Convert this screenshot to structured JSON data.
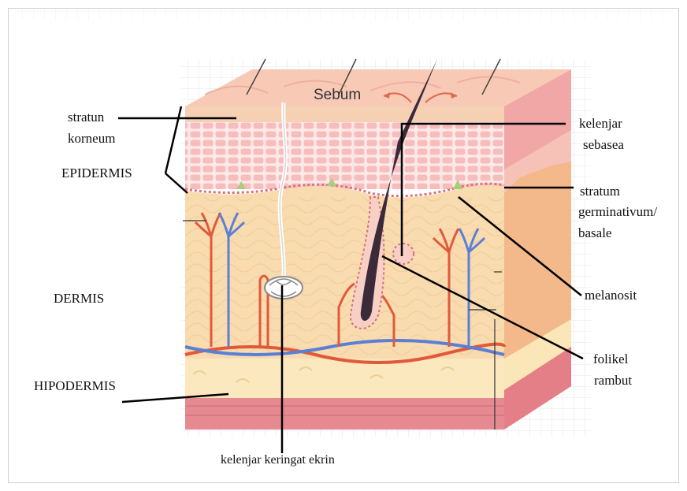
{
  "colors": {
    "epidermis_top": "#f7c7b4",
    "epidermis_cells": "#f3a6a9",
    "dermis": "#f8d8ab",
    "hypodermis_fat": "#fbe8bf",
    "muscle": "#e6868f",
    "artery": "#e05a3a",
    "vein": "#5a7fd6",
    "hair": "#3b2b3a",
    "line": "#000000"
  },
  "labels": {
    "sebum": "Sebum",
    "stratum_korneum_1": "stratun",
    "stratum_korneum_2": "korneum",
    "epidermis": "EPIDERMIS",
    "dermis": "DERMIS",
    "hipodermis": "HIPODERMIS",
    "kelenjar_sebasea_1": "kelenjar",
    "kelenjar_sebasea_2": "sebasea",
    "stratum_germinativum_1": "stratum",
    "stratum_germinativum_2": "germinativum/",
    "stratum_germinativum_3": "basale",
    "melanosit": "melanosit",
    "folikel_rambut_1": "folikel",
    "folikel_rambut_2": "rambut",
    "kelenjar_keringat": "kelenjar keringat ekrin"
  }
}
